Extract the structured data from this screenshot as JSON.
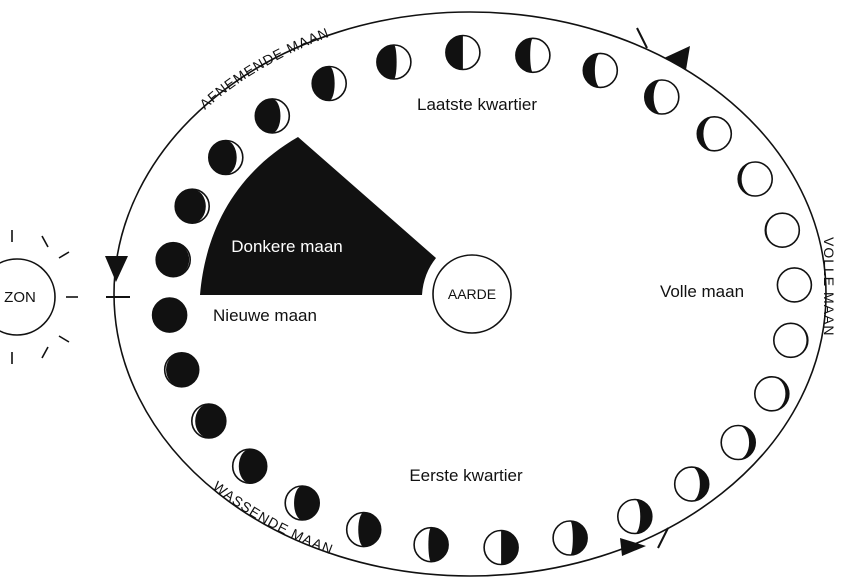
{
  "labels": {
    "sun": "ZON",
    "earth": "AARDE",
    "dark_moon": "Donkere maan",
    "new_moon": "Nieuwe maan",
    "full_moon": "Volle maan",
    "last_quarter": "Laatste kwartier",
    "first_quarter": "Eerste kwartier",
    "waning": "AFNEMENDE MAAN",
    "waxing": "WASSENDE MAAN",
    "full_phase": "VOLLE MAAN"
  },
  "colors": {
    "ink": "#111111",
    "paper": "#ffffff"
  },
  "moon_phases": [
    {
      "lit": 0.0,
      "waxing": true
    },
    {
      "lit": 0.03,
      "waxing": true
    },
    {
      "lit": 0.1,
      "waxing": true
    },
    {
      "lit": 0.18,
      "waxing": true
    },
    {
      "lit": 0.26,
      "waxing": true
    },
    {
      "lit": 0.34,
      "waxing": true
    },
    {
      "lit": 0.42,
      "waxing": true
    },
    {
      "lit": 0.5,
      "waxing": true
    },
    {
      "lit": 0.58,
      "waxing": true
    },
    {
      "lit": 0.66,
      "waxing": true
    },
    {
      "lit": 0.74,
      "waxing": true
    },
    {
      "lit": 0.82,
      "waxing": true
    },
    {
      "lit": 0.9,
      "waxing": true
    },
    {
      "lit": 0.96,
      "waxing": true
    },
    {
      "lit": 1.0,
      "waxing": true
    },
    {
      "lit": 0.96,
      "waxing": false
    },
    {
      "lit": 0.9,
      "waxing": false
    },
    {
      "lit": 0.82,
      "waxing": false
    },
    {
      "lit": 0.74,
      "waxing": false
    },
    {
      "lit": 0.66,
      "waxing": false
    },
    {
      "lit": 0.58,
      "waxing": false
    },
    {
      "lit": 0.5,
      "waxing": false
    },
    {
      "lit": 0.42,
      "waxing": false
    },
    {
      "lit": 0.34,
      "waxing": false
    },
    {
      "lit": 0.26,
      "waxing": false
    },
    {
      "lit": 0.18,
      "waxing": false
    },
    {
      "lit": 0.1,
      "waxing": false
    },
    {
      "lit": 0.04,
      "waxing": false
    }
  ]
}
